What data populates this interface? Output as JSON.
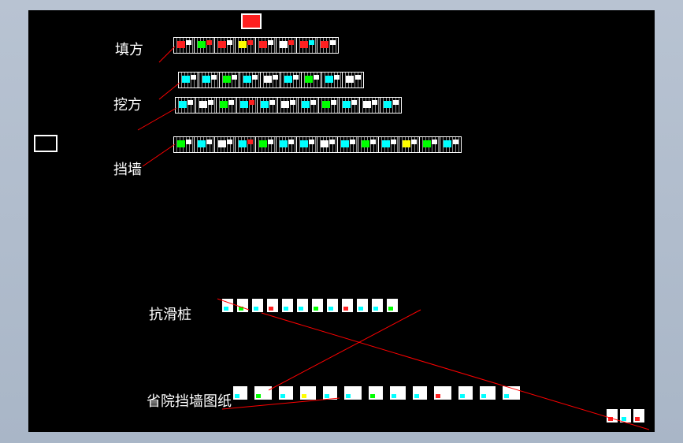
{
  "labels": {
    "fill": "填方",
    "excavation": "挖方",
    "retaining_wall": "挡墙",
    "anti_slide_pile": "抗滑桩",
    "provincial_wall_drawings": "省院挡墙图纸"
  },
  "colors": {
    "background": "#000000",
    "frame": "#aab6c6",
    "leader_line": "#ff0000",
    "sheet_outline": "#ffffff",
    "accent_cyan": "#00ffff",
    "accent_red": "#ff0000",
    "accent_yellow": "#ffff00",
    "accent_green": "#00ff00"
  }
}
